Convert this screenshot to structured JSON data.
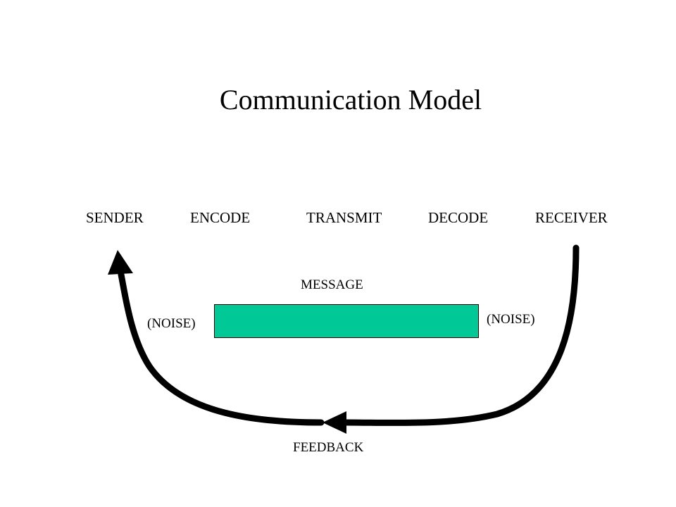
{
  "diagram": {
    "title": "Communication Model",
    "stages": {
      "sender": "SENDER",
      "encode": "ENCODE",
      "transmit": "TRANSMIT",
      "decode": "DECODE",
      "receiver": "RECEIVER"
    },
    "message_label": "MESSAGE",
    "noise_left": "(NOISE)",
    "noise_right": "(NOISE)",
    "feedback_label": "FEEDBACK",
    "colors": {
      "message_fill": "#00c896",
      "arrow": "#000000"
    }
  }
}
